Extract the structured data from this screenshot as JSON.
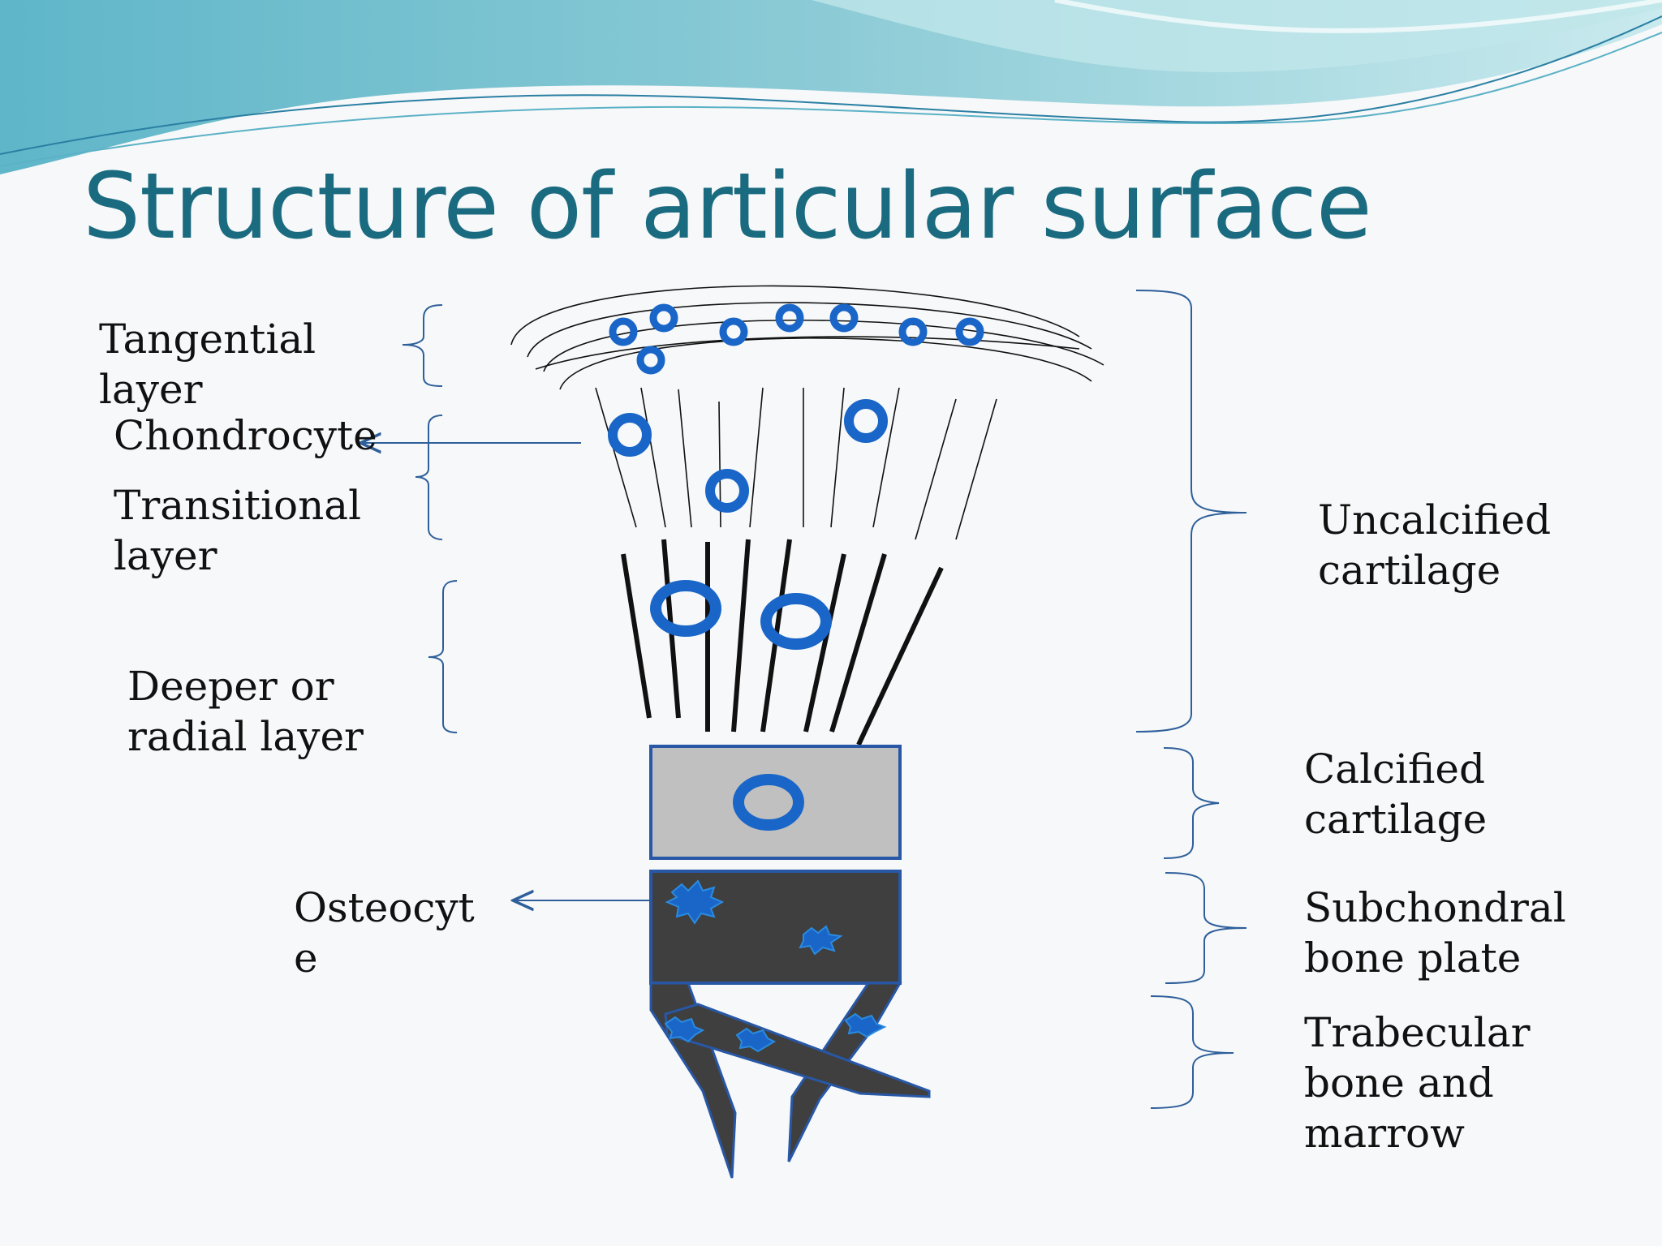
{
  "slide": {
    "title": "Structure of articular surface"
  },
  "labels": {
    "tangential_layer": "Tangential\nlayer",
    "chondrocyte": "Chondrocyte",
    "transitional_layer": "Transitional\nlayer",
    "deeper_radial_layer": "Deeper or\nradial layer",
    "osteocyte": "Osteocyt\ne",
    "uncalcified_cartilage": "Uncalcified\ncartilage",
    "calcified_cartilage": "Calcified\ncartilage",
    "subchondral_bone_plate": "Subchondral\nbone plate",
    "trabecular_bone_marrow": "Trabecular\nbone and\nmarrow"
  },
  "colors": {
    "title": "#1b6b80",
    "bracket": "#2e5f9a",
    "cell": "#1a66c8",
    "calcified_fill": "#c0c0c0",
    "bone_fill": "#3f3f3f",
    "header_wave_light": "#a9dde2",
    "header_wave_dark": "#5fb3c8"
  }
}
